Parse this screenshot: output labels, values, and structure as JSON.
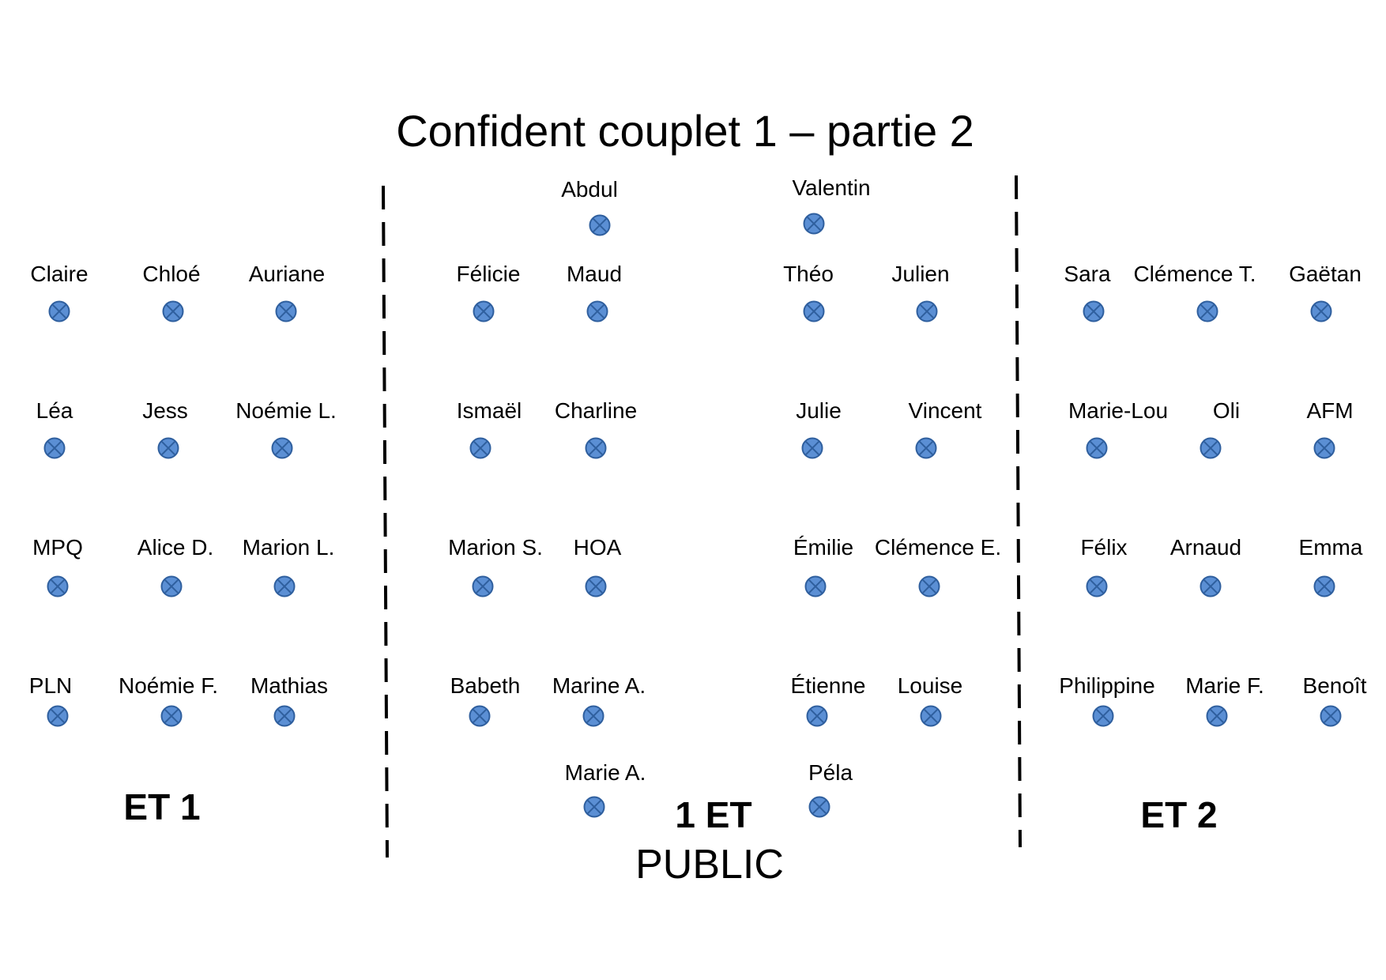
{
  "title": "Confident couplet 1 – partie 2",
  "groups": {
    "et1": "ET 1",
    "center": "1 ET",
    "et2": "ET 2",
    "public": "PUBLIC"
  },
  "colors": {
    "marker_fill": "#5b8fd4",
    "marker_stroke": "#2f5f9e",
    "divider": "#000000"
  },
  "marker_icon": "circle-x-marker-icon",
  "people": [
    {
      "name": "Claire"
    },
    {
      "name": "Chloé"
    },
    {
      "name": "Auriane"
    },
    {
      "name": "Léa"
    },
    {
      "name": "Jess"
    },
    {
      "name": "Noémie L."
    },
    {
      "name": "MPQ"
    },
    {
      "name": "Alice D."
    },
    {
      "name": "Marion L."
    },
    {
      "name": "PLN"
    },
    {
      "name": "Noémie F."
    },
    {
      "name": "Mathias"
    },
    {
      "name": "Abdul"
    },
    {
      "name": "Valentin"
    },
    {
      "name": "Félicie"
    },
    {
      "name": "Maud"
    },
    {
      "name": "Théo"
    },
    {
      "name": "Julien"
    },
    {
      "name": "Ismaël"
    },
    {
      "name": "Charline"
    },
    {
      "name": "Julie"
    },
    {
      "name": "Vincent"
    },
    {
      "name": "Marion S."
    },
    {
      "name": "HOA"
    },
    {
      "name": "Émilie"
    },
    {
      "name": "Clémence E."
    },
    {
      "name": "Babeth"
    },
    {
      "name": "Marine A."
    },
    {
      "name": "Étienne"
    },
    {
      "name": "Louise"
    },
    {
      "name": "Marie A."
    },
    {
      "name": "Péla"
    },
    {
      "name": "Sara"
    },
    {
      "name": "Clémence T."
    },
    {
      "name": "Gaëtan"
    },
    {
      "name": "Marie-Lou"
    },
    {
      "name": "Oli"
    },
    {
      "name": "AFM"
    },
    {
      "name": "Félix"
    },
    {
      "name": "Arnaud"
    },
    {
      "name": "Emma"
    },
    {
      "name": "Philippine"
    },
    {
      "name": "Marie F."
    },
    {
      "name": "Benoît"
    }
  ]
}
